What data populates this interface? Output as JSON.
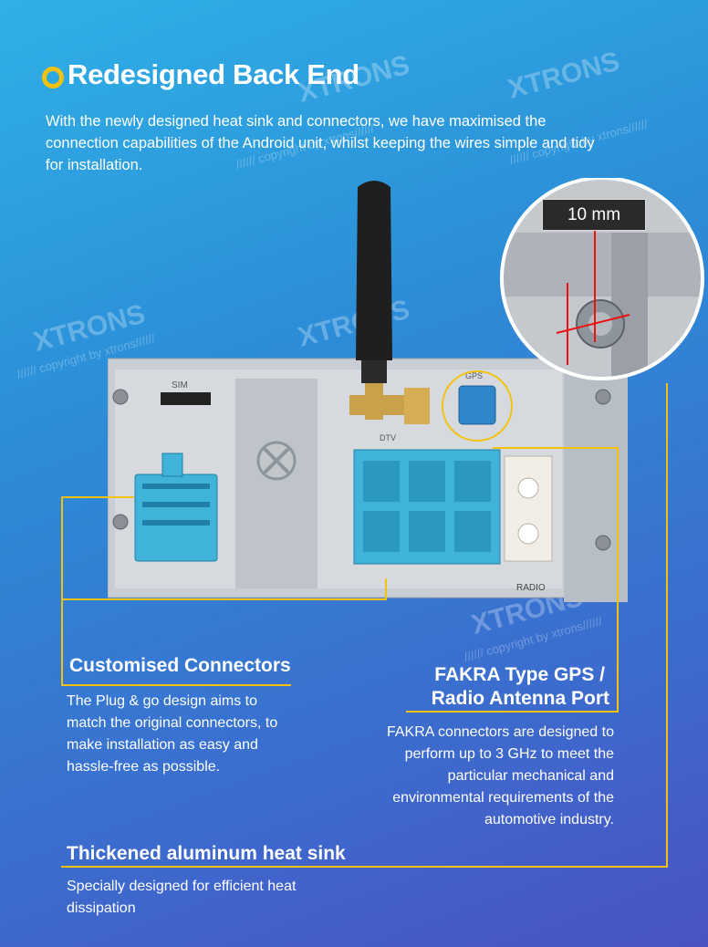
{
  "heading": {
    "title": "Redesigned Back End",
    "intro": "With the newly designed heat sink and connectors, we have maximised the connection capabilities of the Android unit, whilst keeping the wires simple and tidy for installation."
  },
  "zoom": {
    "measure_label": "10 mm"
  },
  "device_labels": {
    "sim": "SIM",
    "dtv": "DTV",
    "gps": "GPS",
    "radio": "RADIO"
  },
  "watermark": {
    "brand": "XTRONS",
    "copyright": "////// copyright by xtrons//////"
  },
  "features": [
    {
      "title": "Customised Connectors",
      "text": "The Plug & go design aims to match the original connectors, to make installation as easy and hassle-free as possible."
    },
    {
      "title_line1": "FAKRA Type GPS /",
      "title_line2": "Radio Antenna Port",
      "text": "FAKRA connectors are designed to perform up to 3 GHz to meet the particular mechanical and environmental requirements of the automotive industry."
    },
    {
      "title": "Thickened aluminum heat sink",
      "text": "Specially designed for efficient heat dissipation"
    }
  ],
  "colors": {
    "accent": "#f4c20d",
    "connector_blue": "#3fb4d8"
  }
}
